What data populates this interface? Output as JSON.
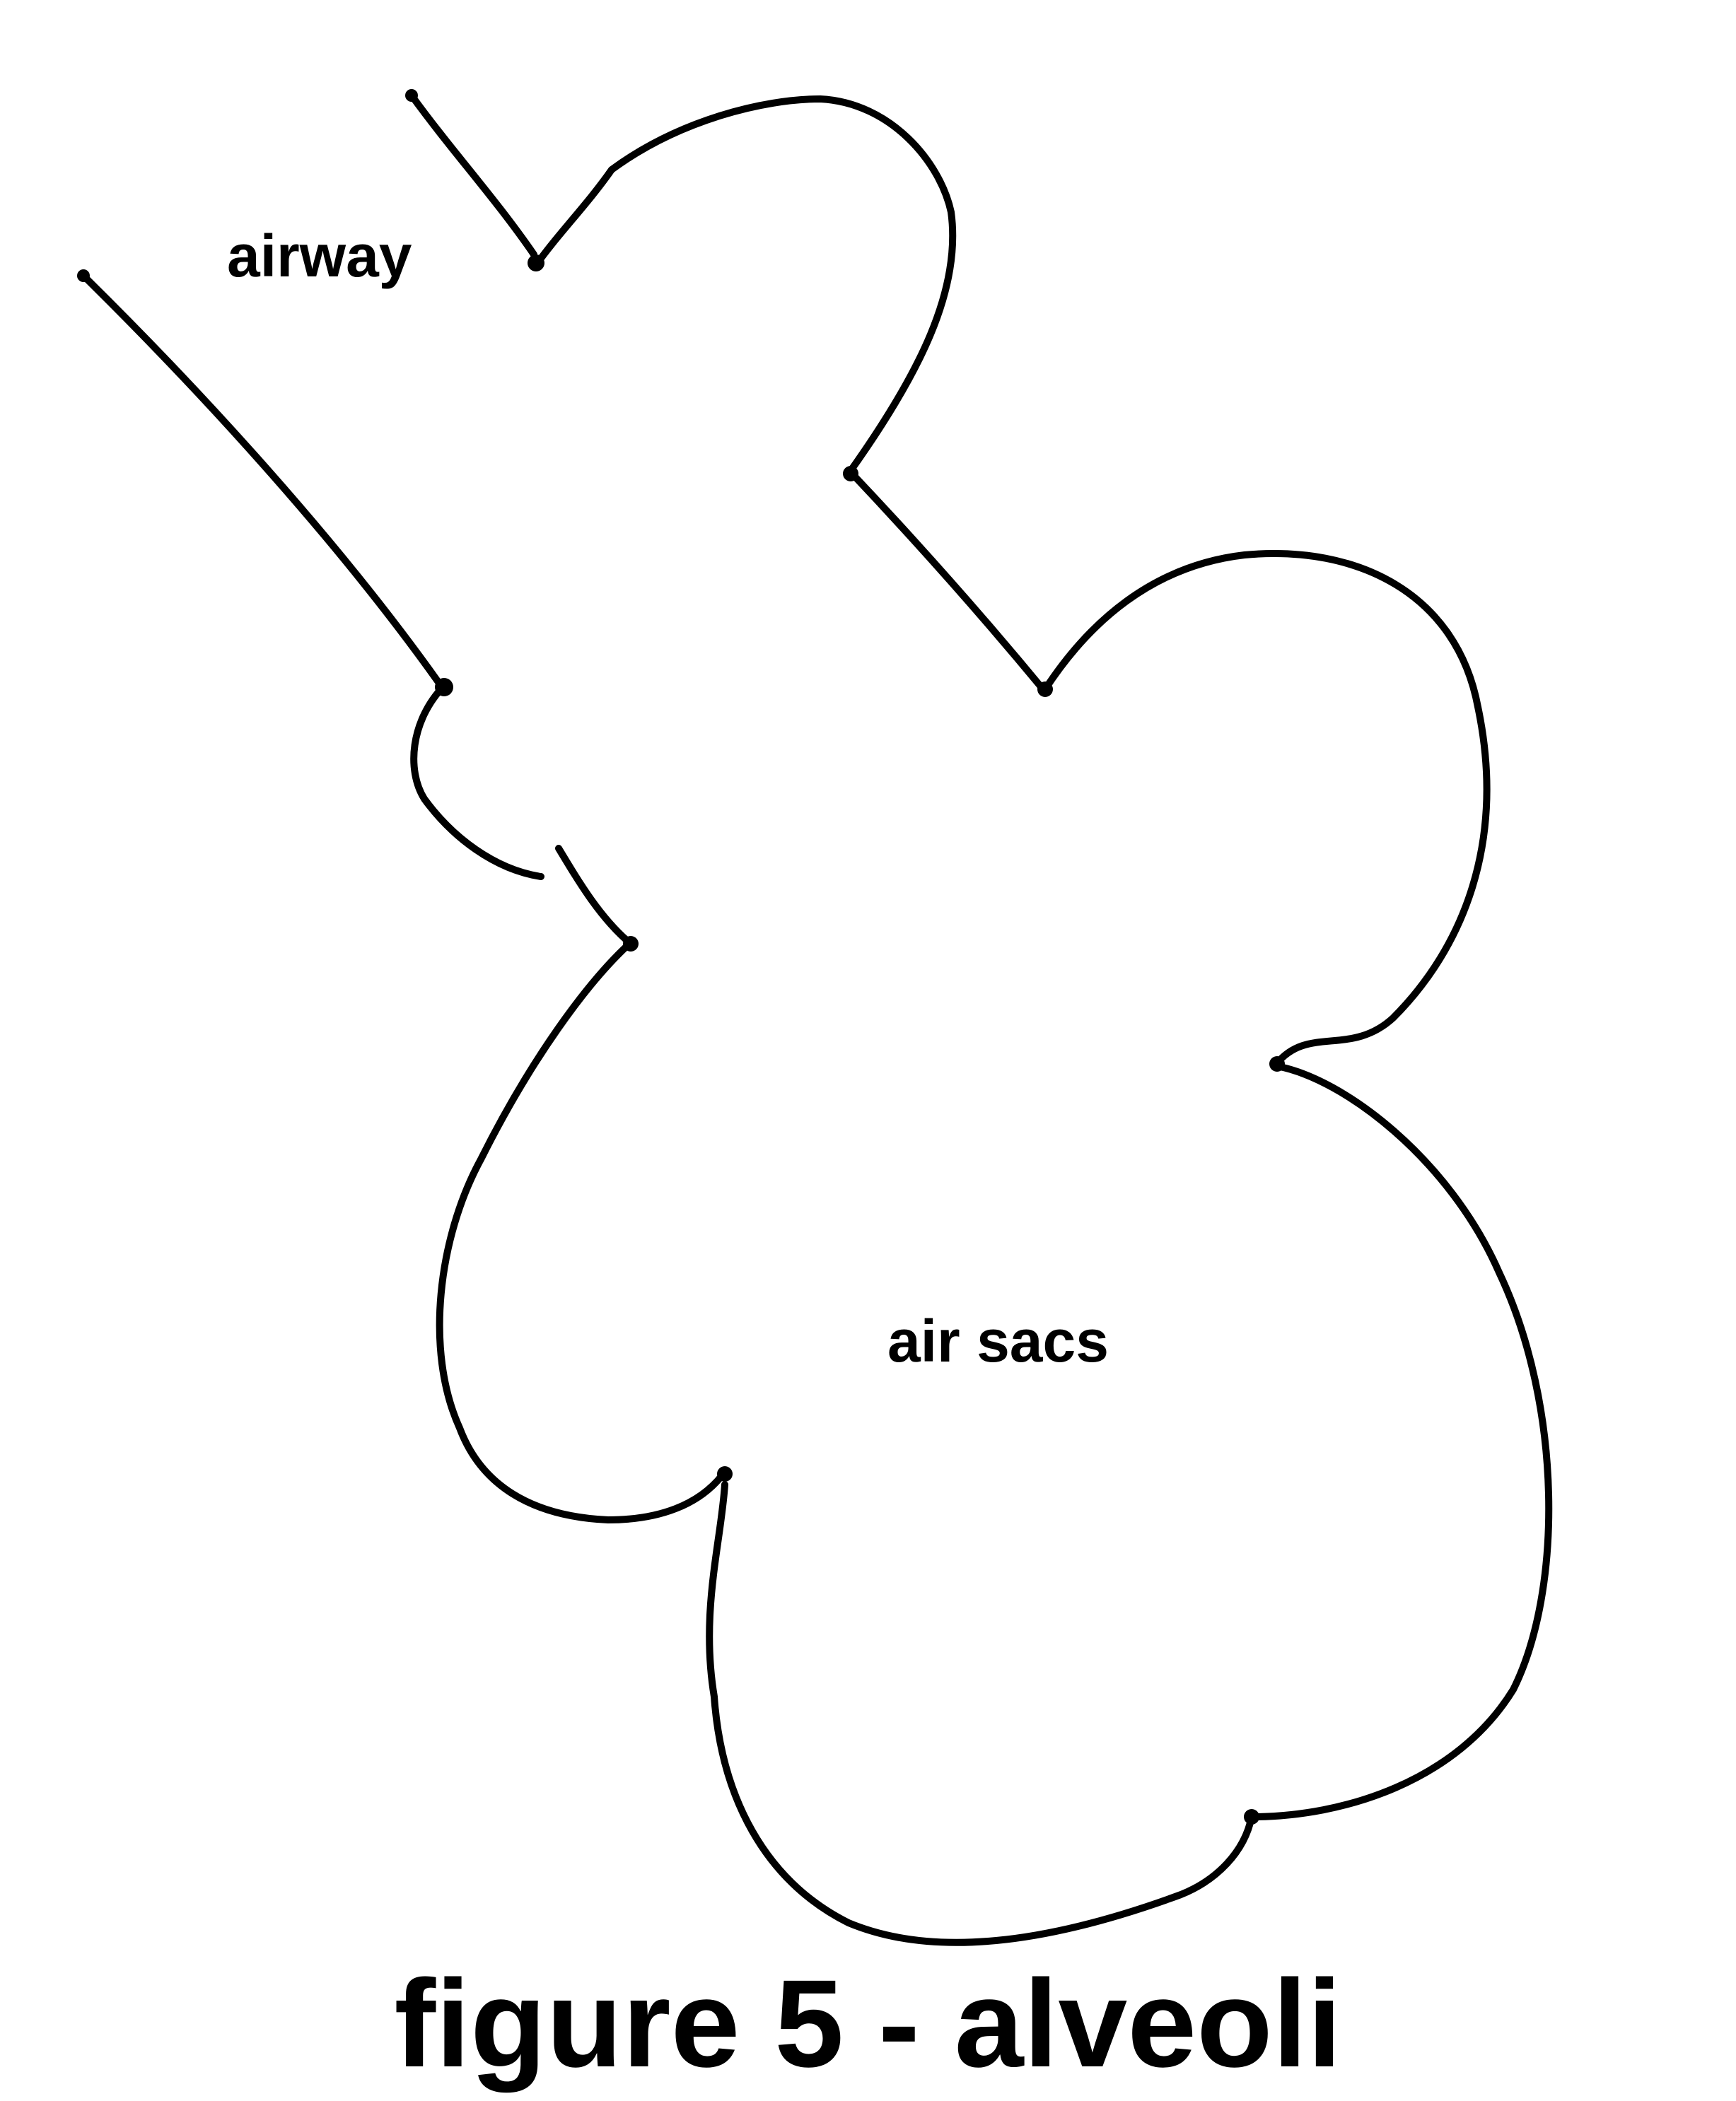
{
  "figure": {
    "caption": "figure 5 - alveoli",
    "labels": {
      "airway": "airway",
      "air_sacs": "air sacs"
    },
    "colors": {
      "background": "#ffffff",
      "line": "#000000",
      "text": "#000000"
    }
  }
}
